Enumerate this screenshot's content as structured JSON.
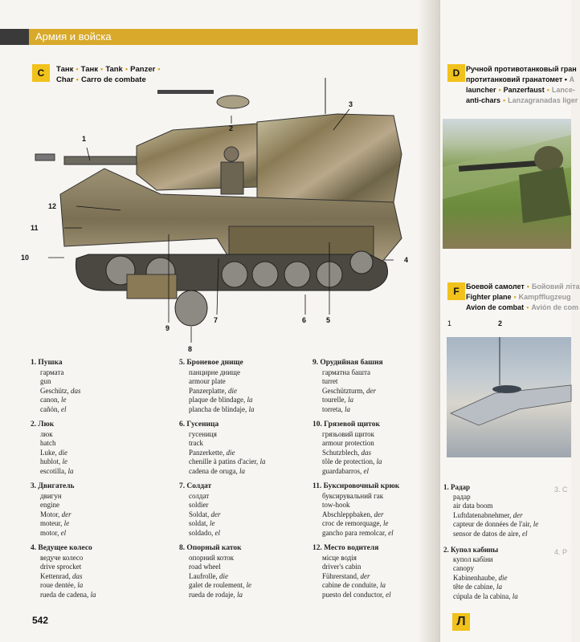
{
  "header": {
    "section": "Армия и войска"
  },
  "section_c": {
    "badge": "C",
    "heading_line1_a": "Танк",
    "heading_line1_b": "Танк",
    "heading_line1_c": "Tank",
    "heading_line1_d": "Panzer",
    "heading_line2_a": "Char",
    "heading_line2_b": "Carro de combate"
  },
  "callouts": [
    "1",
    "2",
    "3",
    "4",
    "5",
    "6",
    "7",
    "8",
    "9",
    "10",
    "11",
    "12"
  ],
  "terms": [
    {
      "num": "1.",
      "ru": "Пушка",
      "uk": "гармата",
      "en": "gun",
      "de": "Geschütz,",
      "de_art": "das",
      "fr": "canon,",
      "fr_art": "le",
      "es": "cañón,",
      "es_art": "el"
    },
    {
      "num": "2.",
      "ru": "Люк",
      "uk": "люк",
      "en": "hatch",
      "de": "Luke,",
      "de_art": "die",
      "fr": "hublot,",
      "fr_art": "le",
      "es": "escotilla,",
      "es_art": "la"
    },
    {
      "num": "3.",
      "ru": "Двигатель",
      "uk": "двигун",
      "en": "engine",
      "de": "Motor,",
      "de_art": "der",
      "fr": "moteur,",
      "fr_art": "le",
      "es": "motor,",
      "es_art": "el"
    },
    {
      "num": "4.",
      "ru": "Ведущее колесо",
      "uk": "ведуче колесо",
      "en": "drive sprocket",
      "de": "Kettenrad,",
      "de_art": "das",
      "fr": "roue dentée,",
      "fr_art": "la",
      "es": "rueda de cadena,",
      "es_art": "la"
    },
    {
      "num": "5.",
      "ru": "Броневое днище",
      "uk": "панцирне днище",
      "en": "armour plate",
      "de": "Panzerplatte,",
      "de_art": "die",
      "fr": "plaque de blindage,",
      "fr_art": "la",
      "es": "plancha de blindaje,",
      "es_art": "la"
    },
    {
      "num": "6.",
      "ru": "Гусеница",
      "uk": "гусениця",
      "en": "track",
      "de": "Panzerkette,",
      "de_art": "die",
      "fr": "chenille à patins d'acier,",
      "fr_art": "la",
      "es": "cadena de oruga,",
      "es_art": "la"
    },
    {
      "num": "7.",
      "ru": "Солдат",
      "uk": "солдат",
      "en": "soldier",
      "de": "Soldat,",
      "de_art": "der",
      "fr": "soldat,",
      "fr_art": "le",
      "es": "soldado,",
      "es_art": "el"
    },
    {
      "num": "8.",
      "ru": "Опорный каток",
      "uk": "опорний коток",
      "en": "road wheel",
      "de": "Laufrolle,",
      "de_art": "die",
      "fr": "galet de roulement,",
      "fr_art": "le",
      "es": "rueda de rodaje,",
      "es_art": "la"
    },
    {
      "num": "9.",
      "ru": "Орудийная башня",
      "uk": "гарматна башта",
      "en": "turret",
      "de": "Geschützturm,",
      "de_art": "der",
      "fr": "tourelle,",
      "fr_art": "la",
      "es": "torreta,",
      "es_art": "la"
    },
    {
      "num": "10.",
      "ru": "Грязевой щиток",
      "uk": "грязьовий щиток",
      "en": "armour protection",
      "de": "Schutzblech,",
      "de_art": "das",
      "fr": "tôle de protection,",
      "fr_art": "la",
      "es": "guardabarros,",
      "es_art": "el"
    },
    {
      "num": "11.",
      "ru": "Буксировочный крюк",
      "uk": "буксирувальний гак",
      "en": "tow-hook",
      "de": "Abschleppbaken,",
      "de_art": "der",
      "fr": "croc de remorquage,",
      "fr_art": "le",
      "es": "gancho para remolcar,",
      "es_art": "el"
    },
    {
      "num": "12.",
      "ru": "Место водителя",
      "uk": "місце водія",
      "en": "driver's cabin",
      "de": "Führerstand,",
      "de_art": "der",
      "fr": "cabine de conduite,",
      "fr_art": "la",
      "es": "puesto del conductor,",
      "es_art": "el"
    }
  ],
  "page_number": "542",
  "right_page": {
    "section_d": {
      "badge": "D",
      "line1": "Ручной противотанковый гран",
      "line2": "протитанковий гранатомет •",
      "line2_cut": "A",
      "line3_a": "launcher",
      "line3_b": "Panzerfaust",
      "line3_c": "Lance-",
      "line4_a": "anti-chars",
      "line4_b": "Lanzagranadas liger"
    },
    "section_f": {
      "badge": "F",
      "line1_a": "Боевой самолет",
      "line1_b": "Бойовий літа",
      "line2_a": "Fighter plane",
      "line2_b": "Kampfflugzeug",
      "line3_a": "Avion de combat",
      "line3_b": "Avión de com"
    },
    "photo_callouts": [
      "1",
      "2"
    ],
    "terms": [
      {
        "num": "1.",
        "ru": "Радар",
        "uk": "радар",
        "en": "air data boom",
        "de": "Luftdatenabnehmer,",
        "de_art": "der",
        "fr": "capteur de données de l'air,",
        "fr_art": "le",
        "es": "sensor de datos de aire,",
        "es_art": "el"
      },
      {
        "num": "2.",
        "ru": "Купол кабины",
        "uk": "купол кабіни",
        "en": "canopy",
        "de": "Kabinenhaube,",
        "de_art": "die",
        "fr": "tête de cabine,",
        "fr_art": "la",
        "es": "cúpula de la cabina,",
        "es_art": "la"
      }
    ],
    "edge_nums": [
      "3. C",
      "4. P"
    ]
  },
  "logo": "Л"
}
